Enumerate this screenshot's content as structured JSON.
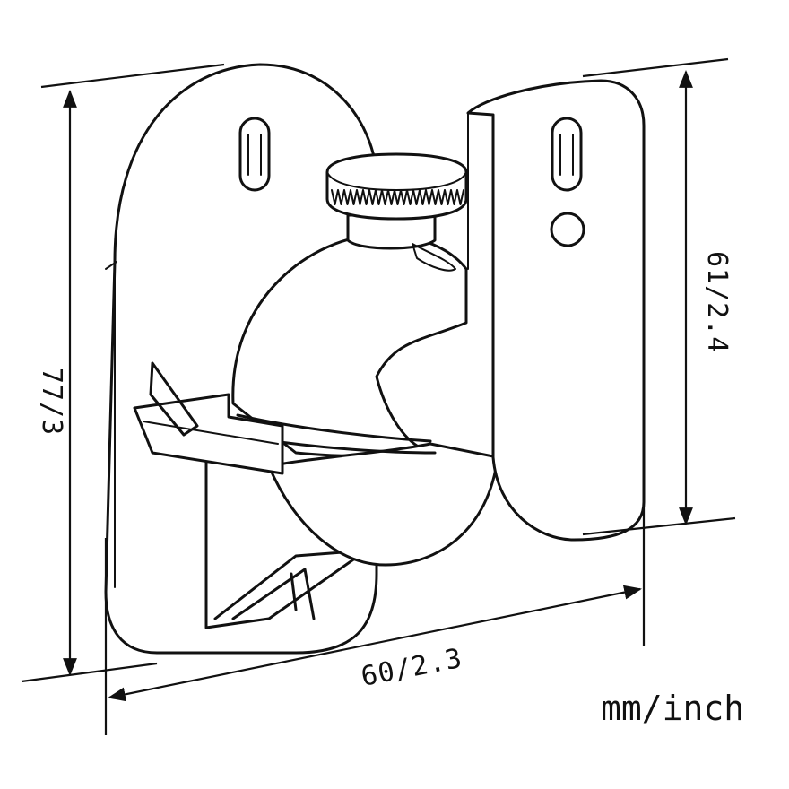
{
  "diagram": {
    "dimensions": {
      "height": "77/3",
      "width": "60/2.3",
      "arm_height": "61/2.4"
    },
    "unit_label": "mm/inch"
  }
}
